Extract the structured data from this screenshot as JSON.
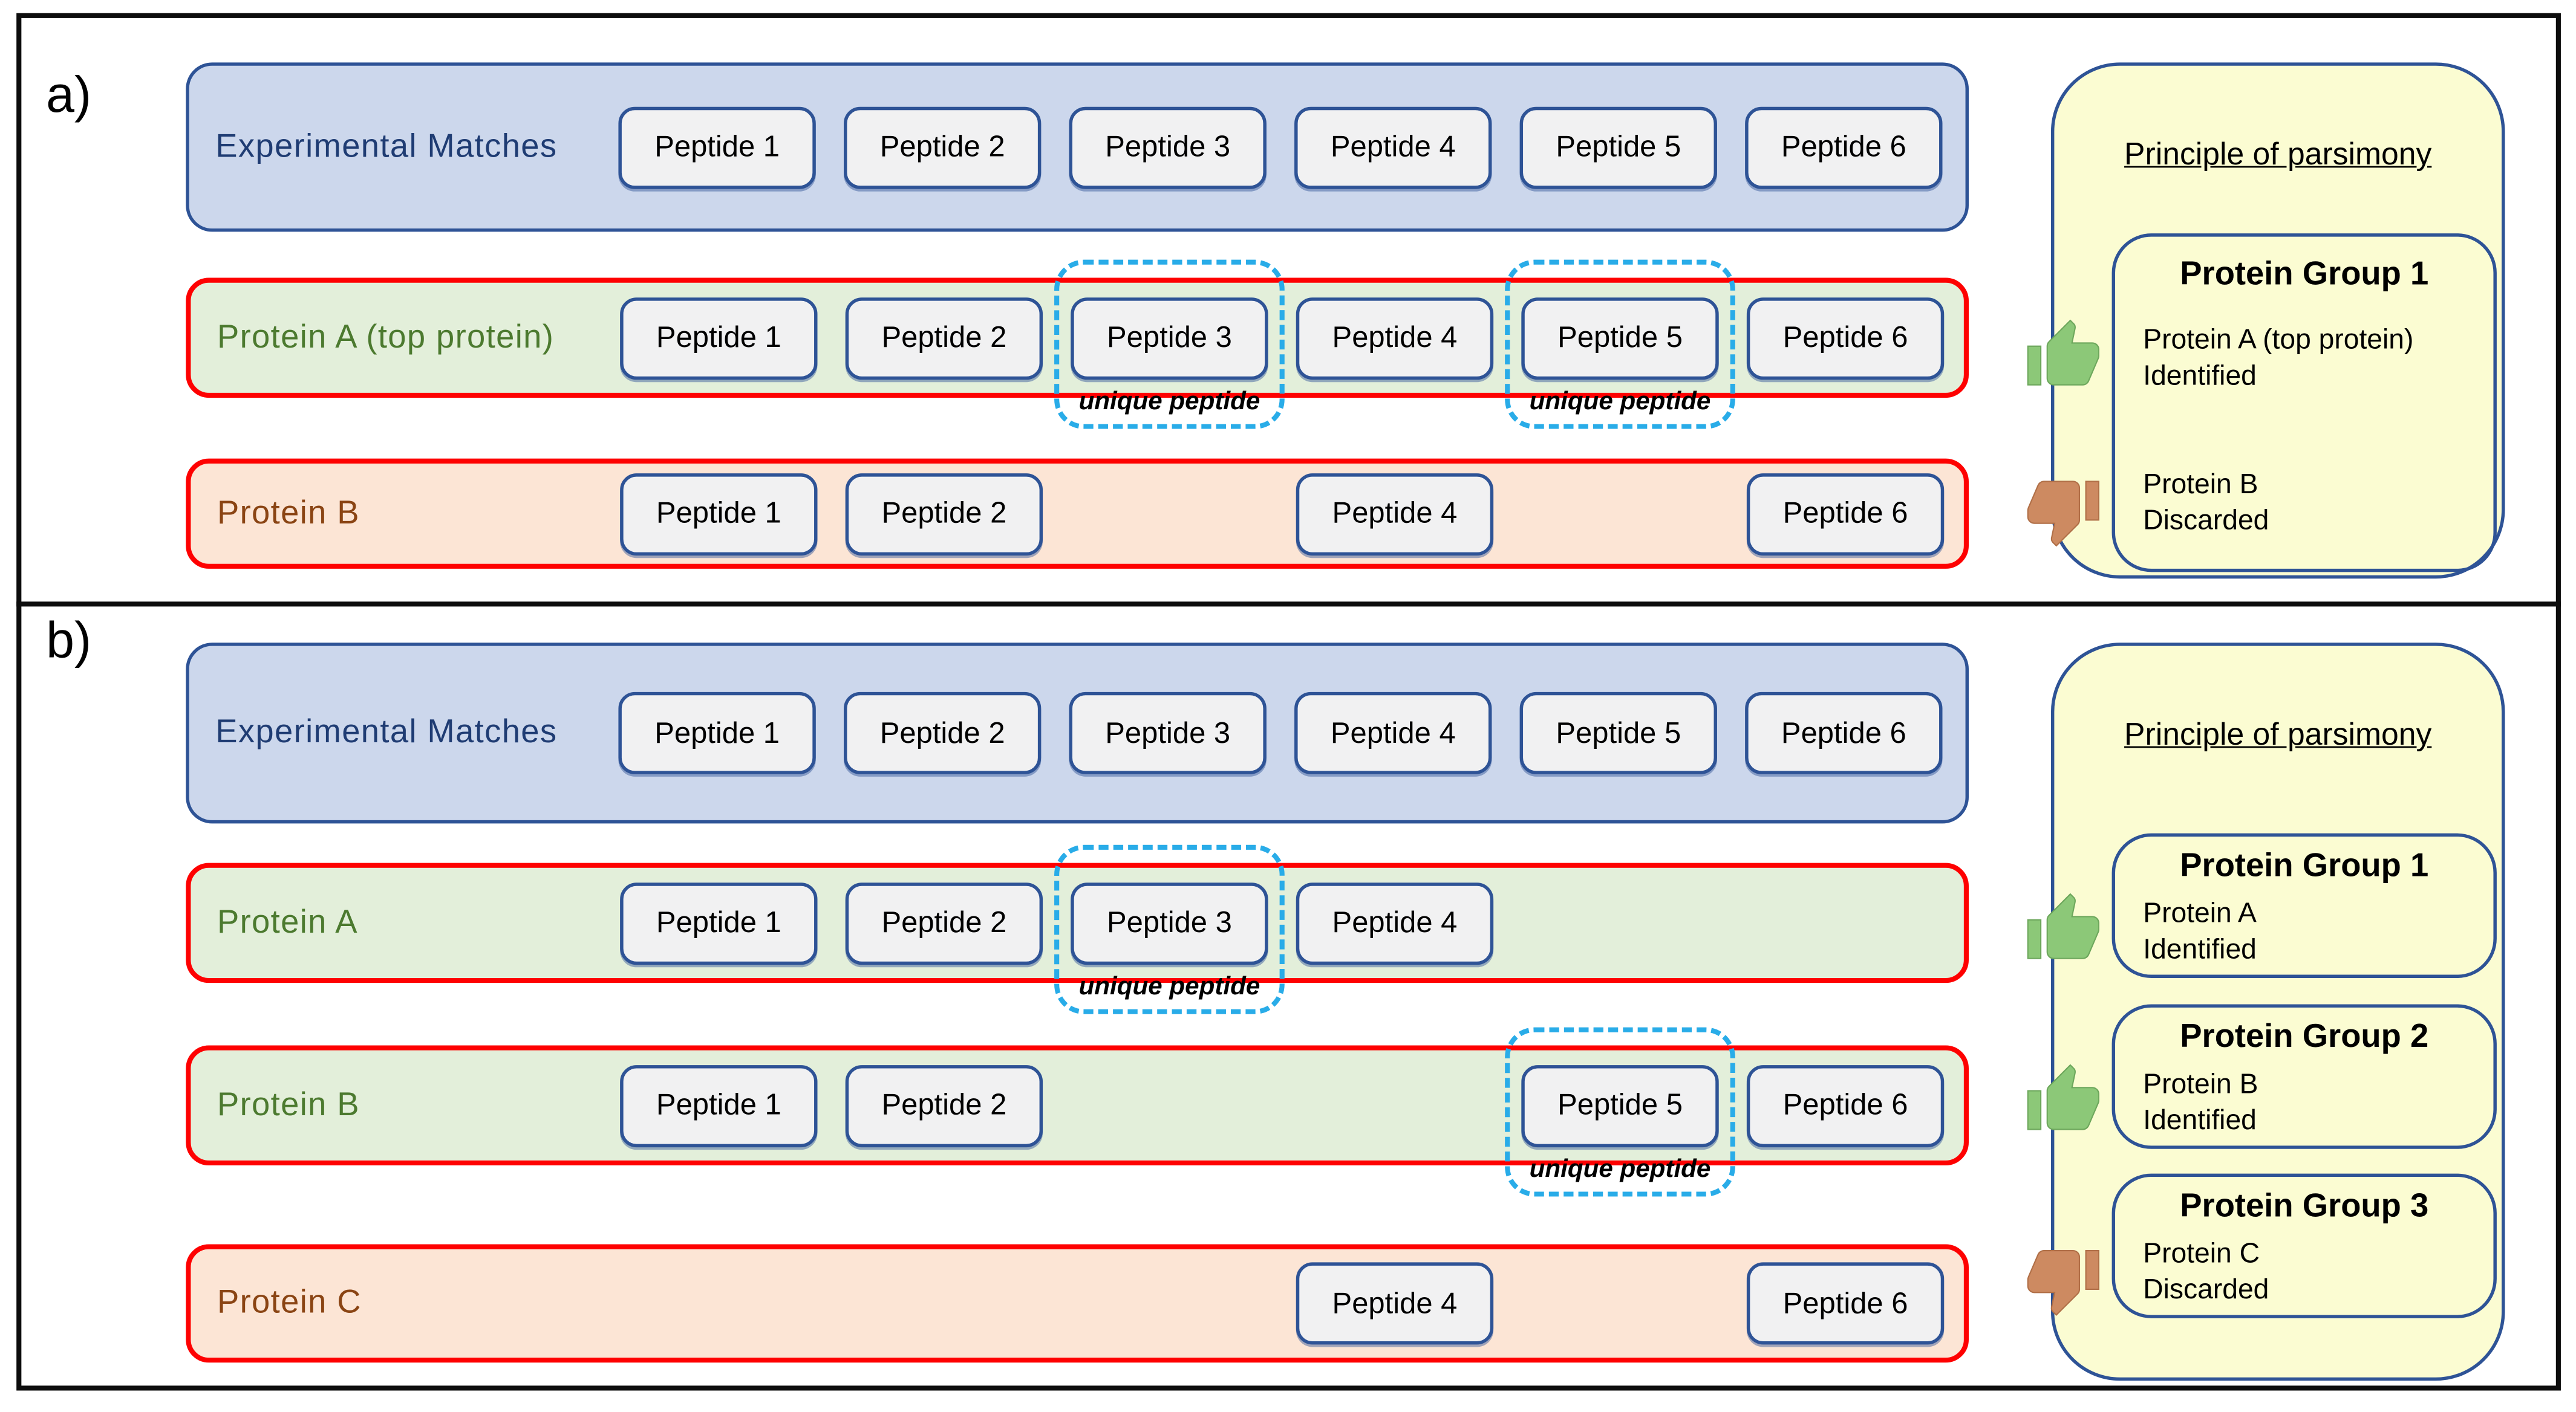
{
  "unique_label_note": "annotation shown under dashed boxes",
  "colors": {
    "matches_fill": "#ccd7ec",
    "matches_border": "#2e5396",
    "protein_fill_green": "#e3efda",
    "protein_fill_orange": "#fce5d5",
    "protein_border_red": "#fe0101",
    "peptide_fill": "#f1f1f2",
    "peptide_border": "#2e5396",
    "unique_dash": "#29ace8",
    "parsimony_fill": "#fbfcd2",
    "parsimony_border": "#2e5396",
    "thumb_up": "#8cc878",
    "thumb_down": "#cd8a61",
    "text_blue": "#1f3c73",
    "text_green": "#4c7a2f",
    "text_brown": "#8a4413"
  },
  "panels": [
    {
      "label": "a)",
      "unique_label": "unique peptide",
      "rows": [
        {
          "variant": "matches",
          "label": "Experimental Matches",
          "peptides": [
            {
              "slot": 1,
              "label": "Peptide 1"
            },
            {
              "slot": 2,
              "label": "Peptide 2"
            },
            {
              "slot": 3,
              "label": "Peptide 3"
            },
            {
              "slot": 4,
              "label": "Peptide 4"
            },
            {
              "slot": 5,
              "label": "Peptide 5"
            },
            {
              "slot": 6,
              "label": "Peptide 6"
            }
          ]
        },
        {
          "variant": "green",
          "label": "Protein A (top protein)",
          "peptides": [
            {
              "slot": 1,
              "label": "Peptide 1"
            },
            {
              "slot": 2,
              "label": "Peptide 2"
            },
            {
              "slot": 3,
              "label": "Peptide 3"
            },
            {
              "slot": 4,
              "label": "Peptide 4"
            },
            {
              "slot": 5,
              "label": "Peptide 5"
            },
            {
              "slot": 6,
              "label": "Peptide 6"
            }
          ],
          "unique_slots": [
            3,
            5
          ]
        },
        {
          "variant": "orange",
          "label": "Protein B",
          "peptides": [
            {
              "slot": 1,
              "label": "Peptide 1"
            },
            {
              "slot": 2,
              "label": "Peptide 2"
            },
            {
              "slot": 4,
              "label": "Peptide 4"
            },
            {
              "slot": 6,
              "label": "Peptide 6"
            }
          ]
        }
      ],
      "parsimony": {
        "title": "Principle of parsimony",
        "groups": [
          {
            "title": "Protein Group 1",
            "entries": [
              {
                "thumb": "up",
                "name": "Protein A (top protein)",
                "status": "Identified"
              },
              {
                "thumb": "down",
                "name": "Protein B",
                "status": "Discarded"
              }
            ]
          }
        ]
      }
    },
    {
      "label": "b)",
      "unique_label": "unique peptide",
      "rows": [
        {
          "variant": "matches",
          "label": "Experimental Matches",
          "peptides": [
            {
              "slot": 1,
              "label": "Peptide 1"
            },
            {
              "slot": 2,
              "label": "Peptide 2"
            },
            {
              "slot": 3,
              "label": "Peptide 3"
            },
            {
              "slot": 4,
              "label": "Peptide 4"
            },
            {
              "slot": 5,
              "label": "Peptide 5"
            },
            {
              "slot": 6,
              "label": "Peptide 6"
            }
          ]
        },
        {
          "variant": "green",
          "label": "Protein A",
          "peptides": [
            {
              "slot": 1,
              "label": "Peptide 1"
            },
            {
              "slot": 2,
              "label": "Peptide 2"
            },
            {
              "slot": 3,
              "label": "Peptide 3"
            },
            {
              "slot": 4,
              "label": "Peptide 4"
            }
          ],
          "unique_slots": [
            3
          ]
        },
        {
          "variant": "green",
          "label": "Protein B",
          "peptides": [
            {
              "slot": 1,
              "label": "Peptide 1"
            },
            {
              "slot": 2,
              "label": "Peptide 2"
            },
            {
              "slot": 5,
              "label": "Peptide 5"
            },
            {
              "slot": 6,
              "label": "Peptide 6"
            }
          ],
          "unique_slots": [
            5
          ]
        },
        {
          "variant": "orange",
          "label": "Protein C",
          "peptides": [
            {
              "slot": 4,
              "label": "Peptide 4"
            },
            {
              "slot": 6,
              "label": "Peptide 6"
            }
          ]
        }
      ],
      "parsimony": {
        "title": "Principle of parsimony",
        "groups": [
          {
            "title": "Protein Group 1",
            "entries": [
              {
                "thumb": "up",
                "name": "Protein A",
                "status": "Identified"
              }
            ]
          },
          {
            "title": "Protein Group 2",
            "entries": [
              {
                "thumb": "up",
                "name": "Protein B",
                "status": "Identified"
              }
            ]
          },
          {
            "title": "Protein Group 3",
            "entries": [
              {
                "thumb": "down",
                "name": "Protein C",
                "status": "Discarded"
              }
            ]
          }
        ]
      }
    }
  ]
}
